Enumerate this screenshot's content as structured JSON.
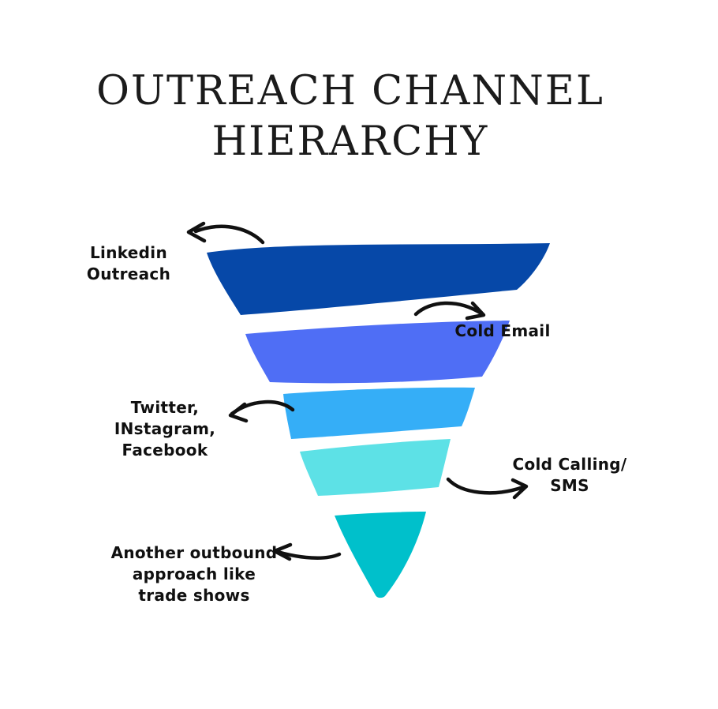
{
  "title": {
    "line1": "OUTREACH CHANNEL",
    "line2": "HIERARCHY"
  },
  "funnel": {
    "background": "#ffffff",
    "arrow_color": "#111111",
    "text_color": "#101010",
    "title_color": "#1b1b1b",
    "levels": [
      {
        "rank": 1,
        "label": "Linkedin Outreach",
        "color": "#0648a8"
      },
      {
        "rank": 2,
        "label": "Cold Email",
        "color": "#4f6ef5"
      },
      {
        "rank": 3,
        "label": "Twitter, INstagram, Facebook",
        "color": "#35aef7",
        "lines": [
          "Twitter,",
          "INstagram,",
          "Facebook"
        ]
      },
      {
        "rank": 4,
        "label": "Cold Calling/ SMS",
        "color": "#5de1e6"
      },
      {
        "rank": 5,
        "label": "Another outbound approach like trade shows",
        "color": "#00c0cb",
        "lines": [
          "Another outbound",
          "approach like",
          "trade shows"
        ]
      }
    ]
  }
}
